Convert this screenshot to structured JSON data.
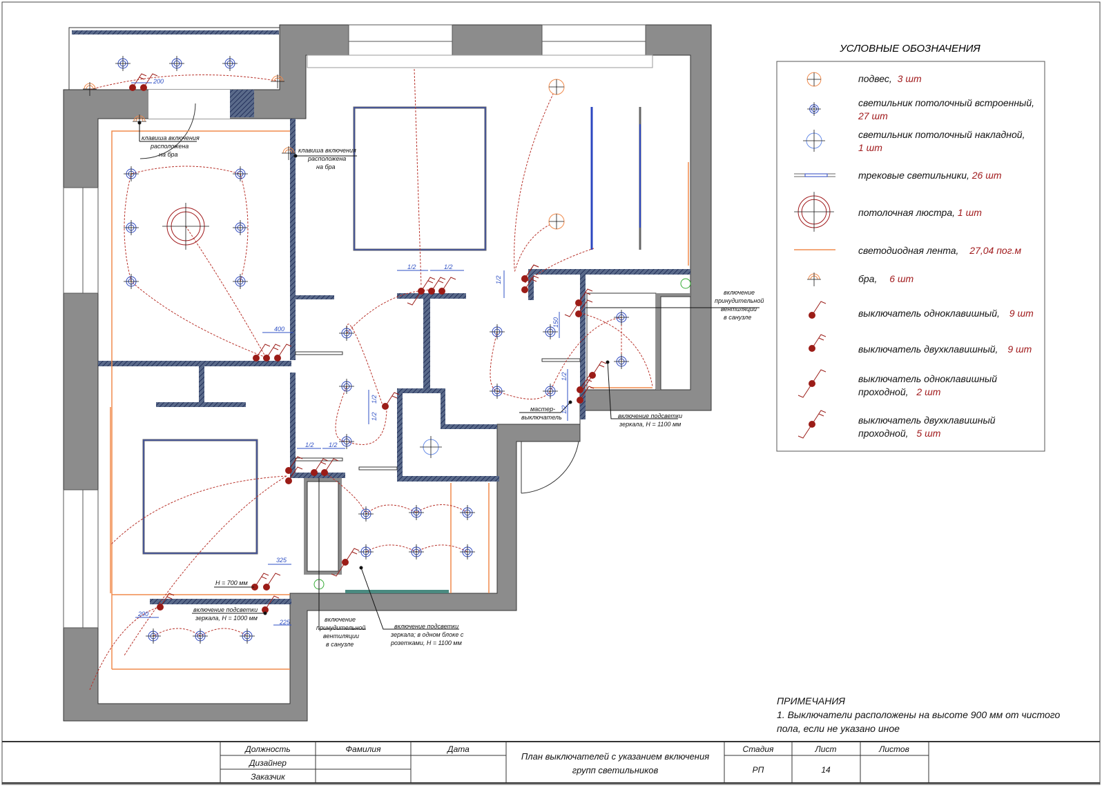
{
  "legend": {
    "title": "УСЛОВНЫЕ ОБОЗНАЧЕНИЯ",
    "items": [
      {
        "icon": "pendant-icon",
        "label": "подвес,",
        "count": "3 шт"
      },
      {
        "icon": "recessed-light-icon",
        "label": "светильник потолочный встроенный,",
        "count": "27 шт"
      },
      {
        "icon": "surface-light-icon",
        "label": "светильник потолочный накладной,",
        "count": "1 шт"
      },
      {
        "icon": "track-light-icon",
        "label": "трековые светильники,",
        "count": "26 шт"
      },
      {
        "icon": "chandelier-icon",
        "label": "потолочная люстра,",
        "count": "1 шт"
      },
      {
        "icon": "led-strip-icon",
        "label": "светодиодная лента,",
        "count": "27,04 пог.м"
      },
      {
        "icon": "sconce-icon",
        "label": "бра,",
        "count": "6 шт"
      },
      {
        "icon": "single-switch-icon",
        "label": "выключатель одноклавишный,",
        "count": "9 шт"
      },
      {
        "icon": "double-switch-icon",
        "label": "выключатель двухклавишный,",
        "count": "9 шт"
      },
      {
        "icon": "pass-single-switch-icon",
        "label": "выключатель одноклавишный",
        "label2": "проходной,",
        "count": "2 шт"
      },
      {
        "icon": "pass-double-switch-icon",
        "label": "выключатель двухклавишный",
        "label2": "проходной,",
        "count": "5 шт"
      }
    ]
  },
  "notes": {
    "title": "ПРИМЕЧАНИЯ",
    "line1": "1. Выключатели расположены на высоте 900 мм от чистого",
    "line2": "пола, если не указано иное"
  },
  "annotations": {
    "sconce_key_1": [
      "клавиша включения",
      "расположена",
      "на бра"
    ],
    "sconce_key_2": [
      "клавиша включения",
      "расположена",
      "на бра"
    ],
    "vent_bath_right": [
      "включение",
      "принудительной",
      "вентиляции",
      "в санузле"
    ],
    "master_switch": [
      "мастер-",
      "выключатель"
    ],
    "mirror_right": [
      "включение подсветки",
      "зеркала, H = 1100 мм"
    ],
    "h700": "H = 700 мм",
    "mirror_left": [
      "включение подсветки",
      "зеркала, H = 1000 мм"
    ],
    "vent_bath_left": [
      "включение",
      "принудительной",
      "вентиляции",
      "в санузле"
    ],
    "mirror_mid": [
      "включение подсветки",
      "зеркала; в одном блоке с",
      "розетками, H = 1100 мм"
    ]
  },
  "dimensions": {
    "d200_top": "200",
    "d400": "400",
    "half": "1/2",
    "d150": "150",
    "d325": "325",
    "d225": "225",
    "d200_bottom": "200"
  },
  "title_block": {
    "col_position": "Должность",
    "col_name": "Фамилия",
    "col_date": "Дата",
    "row_designer": "Дизайнер",
    "row_client": "Заказчик",
    "title_line1": "План выключателей с указанием включения",
    "title_line2": "групп светильников",
    "col_stage": "Стадия",
    "col_sheet": "Лист",
    "col_sheets": "Листов",
    "stage": "РП",
    "sheet": "14"
  },
  "colors": {
    "wall": "#8c8c8c",
    "switch": "#9b1c17",
    "wire": "#b8322a",
    "recessed": "#2b46c0",
    "led": "#f08a4b"
  }
}
